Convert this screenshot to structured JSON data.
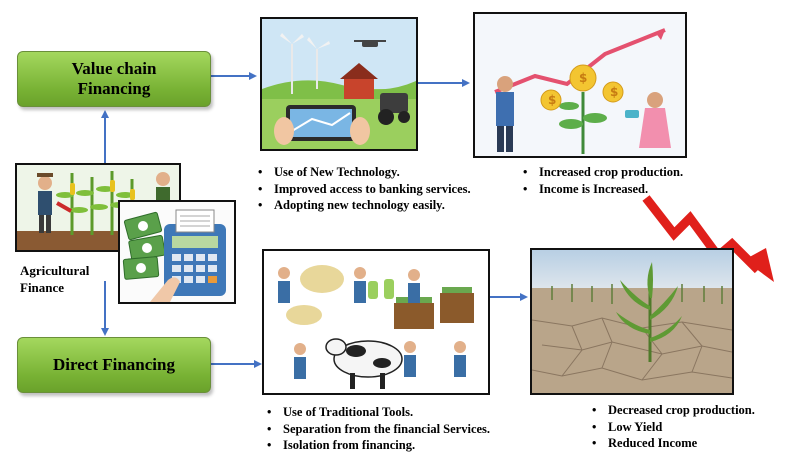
{
  "boxes": {
    "value_chain": "Value chain Financing",
    "direct": "Direct Financing"
  },
  "agri_label": "Agricultural Finance",
  "lists": {
    "value_chain_effects": [
      "Use of New Technology.",
      "Improved access to banking services.",
      "Adopting new technology easily."
    ],
    "value_chain_outcomes": [
      "Increased crop production.",
      "Income is Increased."
    ],
    "direct_effects": [
      "Use of Traditional Tools.",
      "Separation from the financial Services.",
      "Isolation from financing."
    ],
    "direct_outcomes": [
      "Decreased crop production.",
      "Low Yield",
      "Reduced Income"
    ]
  },
  "colors": {
    "box_green": "#7bb536",
    "arrow_blue": "#4472c4",
    "trend_red": "#e0201b"
  }
}
